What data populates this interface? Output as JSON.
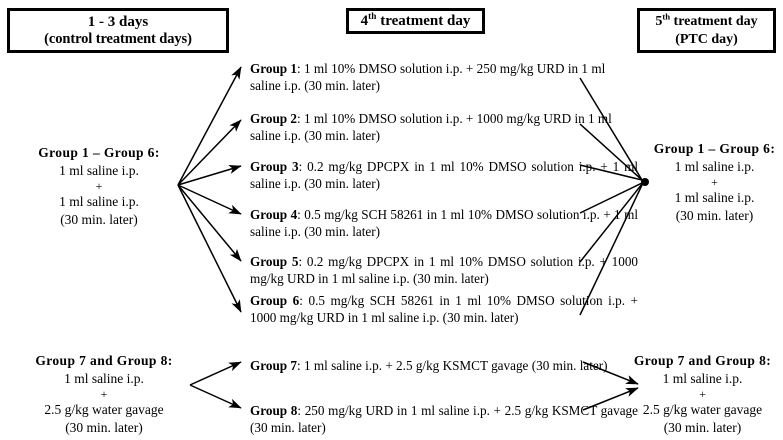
{
  "headers": {
    "left": {
      "line1": "1 - 3 days",
      "line2": "(control treatment days)"
    },
    "middle": {
      "ordinal": "4",
      "sup": "th",
      "rest": " treatment day"
    },
    "right": {
      "ordinal": "5",
      "sup": "th",
      "rest": " treatment day",
      "line2": "(PTC day)"
    }
  },
  "left_column": {
    "top_block": {
      "title": "Group 1 – Group 6:",
      "line1": "1 ml saline i.p.",
      "plus": "+",
      "line2": "1 ml saline i.p.",
      "line3": "(30 min. later)"
    },
    "bottom_block": {
      "title": "Group 7 and Group 8:",
      "line1": "1 ml saline i.p.",
      "plus": "+",
      "line2": "2.5 g/kg water gavage",
      "line3": "(30 min. later)"
    }
  },
  "right_column": {
    "top_block": {
      "title": "Group 1 – Group 6:",
      "line1": "1 ml saline i.p.",
      "plus": "+",
      "line2": "1 ml saline i.p.",
      "line3": "(30 min. later)"
    },
    "bottom_block": {
      "title": "Group 7 and Group 8:",
      "line1": "1 ml saline i.p.",
      "plus": "+",
      "line2": "2.5 g/kg water gavage",
      "line3": "(30 min. later)"
    }
  },
  "groups": [
    {
      "name": "Group 1",
      "sep": ": ",
      "text": "1 ml 10% DMSO solution i.p. + 250 mg/kg URD in 1 ml saline i.p. (30 min. later)"
    },
    {
      "name": "Group 2",
      "sep": ": ",
      "text": "1 ml 10% DMSO solution i.p. + 1000 mg/kg URD in 1 ml saline i.p. (30 min. later)"
    },
    {
      "name": "Group 3",
      "sep": ": ",
      "text": "0.2 mg/kg DPCPX in 1 ml 10% DMSO solution i.p. + 1 ml saline i.p. (30 min. later)"
    },
    {
      "name": "Group 4",
      "sep": ": ",
      "text": "0.5 mg/kg SCH 58261 in 1 ml 10% DMSO solution i.p. + 1 ml saline i.p. (30 min. later)"
    },
    {
      "name": "Group 5",
      "sep": ": ",
      "text": "0.2 mg/kg DPCPX in 1 ml 10% DMSO solution i.p. + 1000 mg/kg URD in 1 ml saline i.p. (30 min. later)"
    },
    {
      "name": "Group 6",
      "sep": ": ",
      "text": "0.5 mg/kg SCH 58261 in 1 ml 10% DMSO solution i.p. + 1000 mg/kg URD in 1 ml saline i.p. (30 min. later)"
    },
    {
      "name": "Group 7",
      "sep": ": ",
      "text": "1 ml saline i.p. + 2.5 g/kg KSMCT gavage (30 min. later)"
    },
    {
      "name": "Group 8",
      "sep": ": ",
      "text": "250 mg/kg URD in 1 ml saline i.p. + 2.5 g/kg KSMCT gavage (30 min. later)"
    }
  ],
  "colors": {
    "ink": "#000000",
    "background": "#ffffff"
  }
}
